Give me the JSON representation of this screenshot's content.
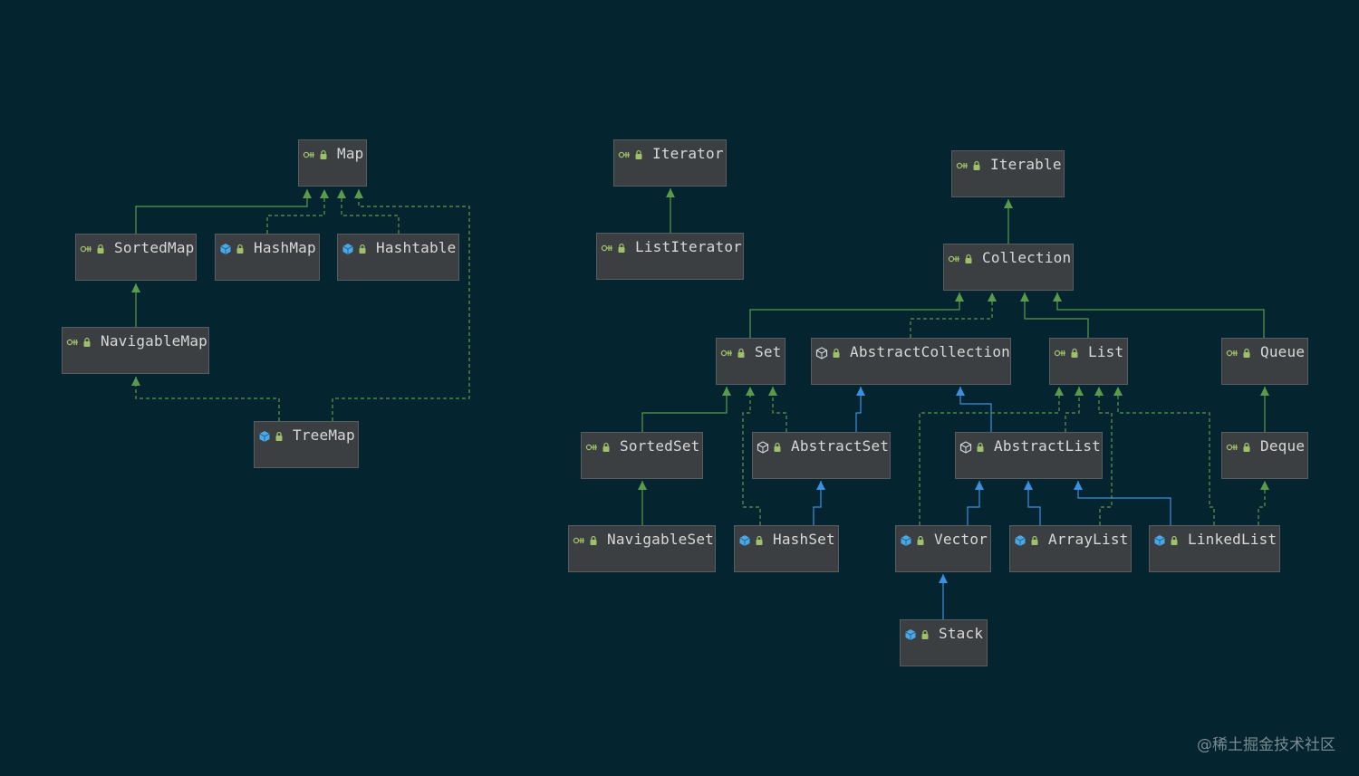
{
  "diagram": {
    "nodes": [
      {
        "id": "Map",
        "label": "Map",
        "kind": "interface"
      },
      {
        "id": "SortedMap",
        "label": "SortedMap",
        "kind": "interface"
      },
      {
        "id": "HashMap",
        "label": "HashMap",
        "kind": "class"
      },
      {
        "id": "Hashtable",
        "label": "Hashtable",
        "kind": "class"
      },
      {
        "id": "NavigableMap",
        "label": "NavigableMap",
        "kind": "interface"
      },
      {
        "id": "TreeMap",
        "label": "TreeMap",
        "kind": "class"
      },
      {
        "id": "Iterator",
        "label": "Iterator",
        "kind": "interface"
      },
      {
        "id": "ListIterator",
        "label": "ListIterator",
        "kind": "interface"
      },
      {
        "id": "Iterable",
        "label": "Iterable",
        "kind": "interface"
      },
      {
        "id": "Collection",
        "label": "Collection",
        "kind": "interface"
      },
      {
        "id": "Set",
        "label": "Set",
        "kind": "interface"
      },
      {
        "id": "AbstractCollection",
        "label": "AbstractCollection",
        "kind": "abstract"
      },
      {
        "id": "List",
        "label": "List",
        "kind": "interface"
      },
      {
        "id": "Queue",
        "label": "Queue",
        "kind": "interface"
      },
      {
        "id": "SortedSet",
        "label": "SortedSet",
        "kind": "interface"
      },
      {
        "id": "AbstractSet",
        "label": "AbstractSet",
        "kind": "abstract"
      },
      {
        "id": "AbstractList",
        "label": "AbstractList",
        "kind": "abstract"
      },
      {
        "id": "Deque",
        "label": "Deque",
        "kind": "interface"
      },
      {
        "id": "NavigableSet",
        "label": "NavigableSet",
        "kind": "interface"
      },
      {
        "id": "HashSet",
        "label": "HashSet",
        "kind": "class"
      },
      {
        "id": "Vector",
        "label": "Vector",
        "kind": "class"
      },
      {
        "id": "ArrayList",
        "label": "ArrayList",
        "kind": "class"
      },
      {
        "id": "LinkedList",
        "label": "LinkedList",
        "kind": "class"
      },
      {
        "id": "Stack",
        "label": "Stack",
        "kind": "class"
      }
    ],
    "edges": [
      {
        "from": "SortedMap",
        "to": "Map",
        "type": "extends"
      },
      {
        "from": "HashMap",
        "to": "Map",
        "type": "implements"
      },
      {
        "from": "Hashtable",
        "to": "Map",
        "type": "implements"
      },
      {
        "from": "TreeMap",
        "to": "Map",
        "type": "implements"
      },
      {
        "from": "NavigableMap",
        "to": "SortedMap",
        "type": "extends"
      },
      {
        "from": "TreeMap",
        "to": "NavigableMap",
        "type": "implements"
      },
      {
        "from": "ListIterator",
        "to": "Iterator",
        "type": "extends"
      },
      {
        "from": "Collection",
        "to": "Iterable",
        "type": "extends"
      },
      {
        "from": "Set",
        "to": "Collection",
        "type": "extends"
      },
      {
        "from": "AbstractCollection",
        "to": "Collection",
        "type": "implements"
      },
      {
        "from": "List",
        "to": "Collection",
        "type": "extends"
      },
      {
        "from": "Queue",
        "to": "Collection",
        "type": "extends"
      },
      {
        "from": "SortedSet",
        "to": "Set",
        "type": "extends"
      },
      {
        "from": "AbstractSet",
        "to": "Set",
        "type": "implements"
      },
      {
        "from": "HashSet",
        "to": "Set",
        "type": "implements"
      },
      {
        "from": "AbstractSet",
        "to": "AbstractCollection",
        "type": "inherits"
      },
      {
        "from": "AbstractList",
        "to": "AbstractCollection",
        "type": "inherits"
      },
      {
        "from": "Vector",
        "to": "List",
        "type": "implements"
      },
      {
        "from": "AbstractList",
        "to": "List",
        "type": "implements"
      },
      {
        "from": "ArrayList",
        "to": "List",
        "type": "implements"
      },
      {
        "from": "LinkedList",
        "to": "List",
        "type": "implements"
      },
      {
        "from": "Deque",
        "to": "Queue",
        "type": "extends"
      },
      {
        "from": "NavigableSet",
        "to": "SortedSet",
        "type": "extends"
      },
      {
        "from": "HashSet",
        "to": "AbstractSet",
        "type": "inherits"
      },
      {
        "from": "Vector",
        "to": "AbstractList",
        "type": "inherits"
      },
      {
        "from": "ArrayList",
        "to": "AbstractList",
        "type": "inherits"
      },
      {
        "from": "LinkedList",
        "to": "AbstractList",
        "type": "inherits"
      },
      {
        "from": "LinkedList",
        "to": "Deque",
        "type": "implements"
      },
      {
        "from": "Stack",
        "to": "Vector",
        "type": "inherits"
      }
    ]
  },
  "colors": {
    "background": "#042530",
    "node_fill": "#3c3f41",
    "interface_edge": "#5a9a4a",
    "class_edge": "#3d8fe0",
    "interface_icon": "#9fbf6a",
    "class_icon": "#4aa8e8",
    "lock_icon": "#9fbf6a"
  },
  "watermark": "@稀土掘金技术社区"
}
